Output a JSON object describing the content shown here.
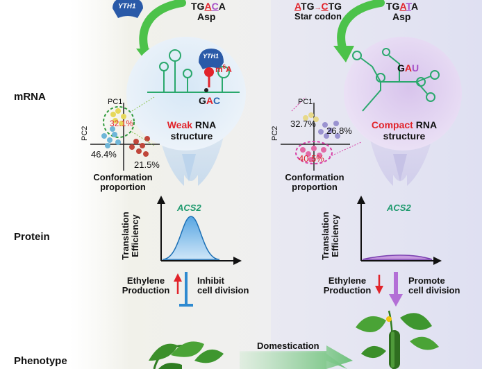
{
  "rows": {
    "mrna": "mRNA",
    "protein": "Protein",
    "phenotype": "Phenotype"
  },
  "left": {
    "reader": "YTH1",
    "reader2": "YTH1",
    "codon": {
      "pre": "TG",
      "a": "A",
      "b": "C",
      "post": "A"
    },
    "aa": "Asp",
    "modification": "m",
    "modification_sup": "6",
    "modification_base": "A",
    "triplet": {
      "a": "G",
      "b": "A",
      "c": "C"
    },
    "pca": {
      "pc1": "PC1",
      "pc2": "PC2",
      "p_top": "32.1%",
      "p_left": "46.4%",
      "p_right": "21.5%"
    },
    "struct_word": "Weak",
    "struct_rest": " RNA",
    "struct_line2": "structure",
    "conf1": "Conformation",
    "conf2": "proportion",
    "gene": "ACS2",
    "yaxis1": "Translation",
    "yaxis2": "Efficiency",
    "eth1": "Ethylene",
    "eth2": "Production",
    "effect1": "Inhibit",
    "effect2": "cell division"
  },
  "right": {
    "codon_change": {
      "a1": "A",
      "a_rest": "TG",
      "arrow": "→",
      "c1": "C",
      "c_rest": "TG"
    },
    "codon_label": "Star codon",
    "codon": {
      "pre": "TG",
      "a": "A",
      "b": "T",
      "post": "A"
    },
    "aa": "Asp",
    "triplet": {
      "a": "G",
      "b": "A",
      "c": "U"
    },
    "pca": {
      "pc1": "PC1",
      "pc2": "PC2",
      "p_top": "32.7%",
      "p_right": "26.8%",
      "p_bottom": "40.5%"
    },
    "struct_word": "Compact",
    "struct_rest": " RNA",
    "struct_line2": "structure",
    "conf1": "Conformation",
    "conf2": "proportion",
    "gene": "ACS2",
    "yaxis1": "Translation",
    "yaxis2": "Efficiency",
    "eth1": "Ethylene",
    "eth2": "Production",
    "effect1": "Promote",
    "effect2": "cell division"
  },
  "domestication": "Domestication",
  "colors": {
    "left_bg": "#f3f3ee",
    "right_bg": "#e6e7f4",
    "green_arrow": "#4cc24a",
    "red": "#e1232a",
    "purple": "#a64fc6",
    "blue_bar": "#2e8ad0",
    "rna_green": "#2aa86d"
  }
}
